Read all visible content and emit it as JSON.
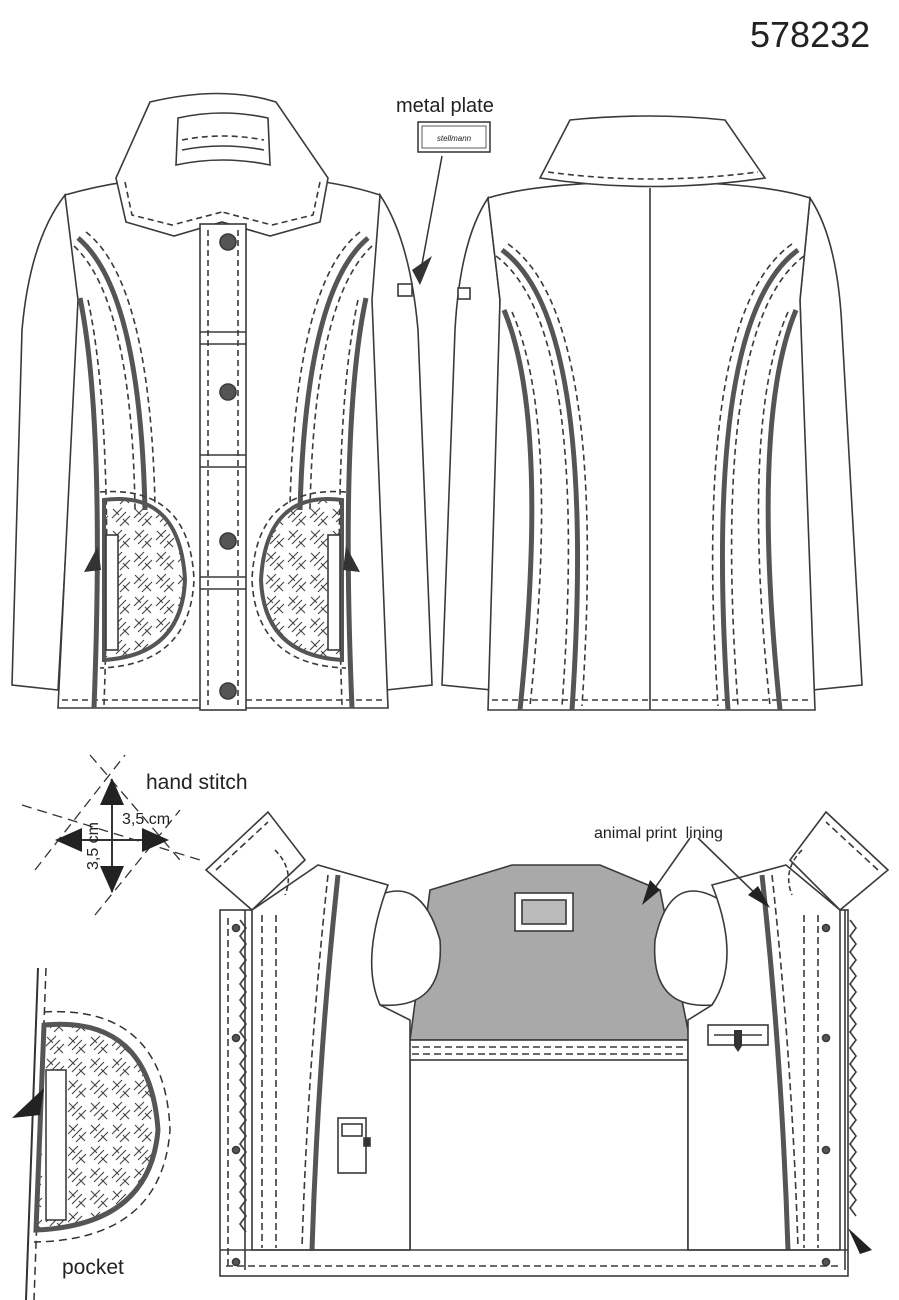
{
  "article_number": "578232",
  "labels": {
    "metal_plate": "metal plate",
    "plate_logo": "stellmann",
    "hand_stitch": "hand stitch",
    "measure_h": "3,5 cm",
    "measure_v": "3,5 cm",
    "animal_print_lining": "animal print  lining",
    "pocket": "pocket"
  },
  "colors": {
    "line": "#3a3a3a",
    "piping": "#555555",
    "lining": "#a9a9a9",
    "paper": "#ffffff"
  }
}
